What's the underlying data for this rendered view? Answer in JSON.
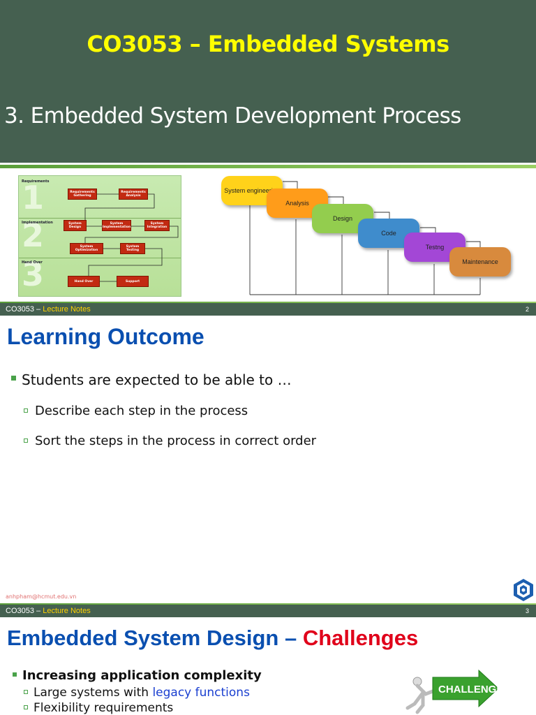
{
  "slide1": {
    "title": "CO3053 – Embedded Systems",
    "subtitle": "3. Embedded System Development Process",
    "left_diagram": {
      "phases": [
        "Requirements",
        "Implementation",
        "Hand Over"
      ],
      "numbers": [
        "1",
        "2",
        "3"
      ],
      "boxes": [
        "Requirements Gathering",
        "Requirements Analysis",
        "System Design",
        "System Implementation",
        "System Integration",
        "System Optimization",
        "System Testing",
        "Hand Over",
        "Support"
      ]
    },
    "waterfall": {
      "steps": [
        {
          "label": "System engineering",
          "color": "#ffd21a"
        },
        {
          "label": "Analysis",
          "color": "#ff9c1a"
        },
        {
          "label": "Design",
          "color": "#93cd4e"
        },
        {
          "label": "Code",
          "color": "#3f8ccc"
        },
        {
          "label": "Testng",
          "color": "#a347d6"
        },
        {
          "label": "Maintenance",
          "color": "#d88a3d"
        }
      ]
    }
  },
  "footer": {
    "course": "CO3053 –",
    "notes": "Lecture Notes",
    "page2": "2",
    "page3": "3"
  },
  "slide2": {
    "title": "Learning Outcome",
    "bullet": "Students are expected to be able to …",
    "subbullets": [
      "Describe each step in the process",
      "Sort the steps in the process in correct order"
    ],
    "email": "anhpham@hcmut.edu.vn"
  },
  "slide3": {
    "title_blue": "Embedded System Design –",
    "title_red": "Challenges",
    "bullet": "Increasing application complexity",
    "sub1_prefix": "Large systems with",
    "sub1_link": "legacy functions",
    "sub2": "Flexibility requirements",
    "challenge_sign": "CHALLENGE"
  }
}
